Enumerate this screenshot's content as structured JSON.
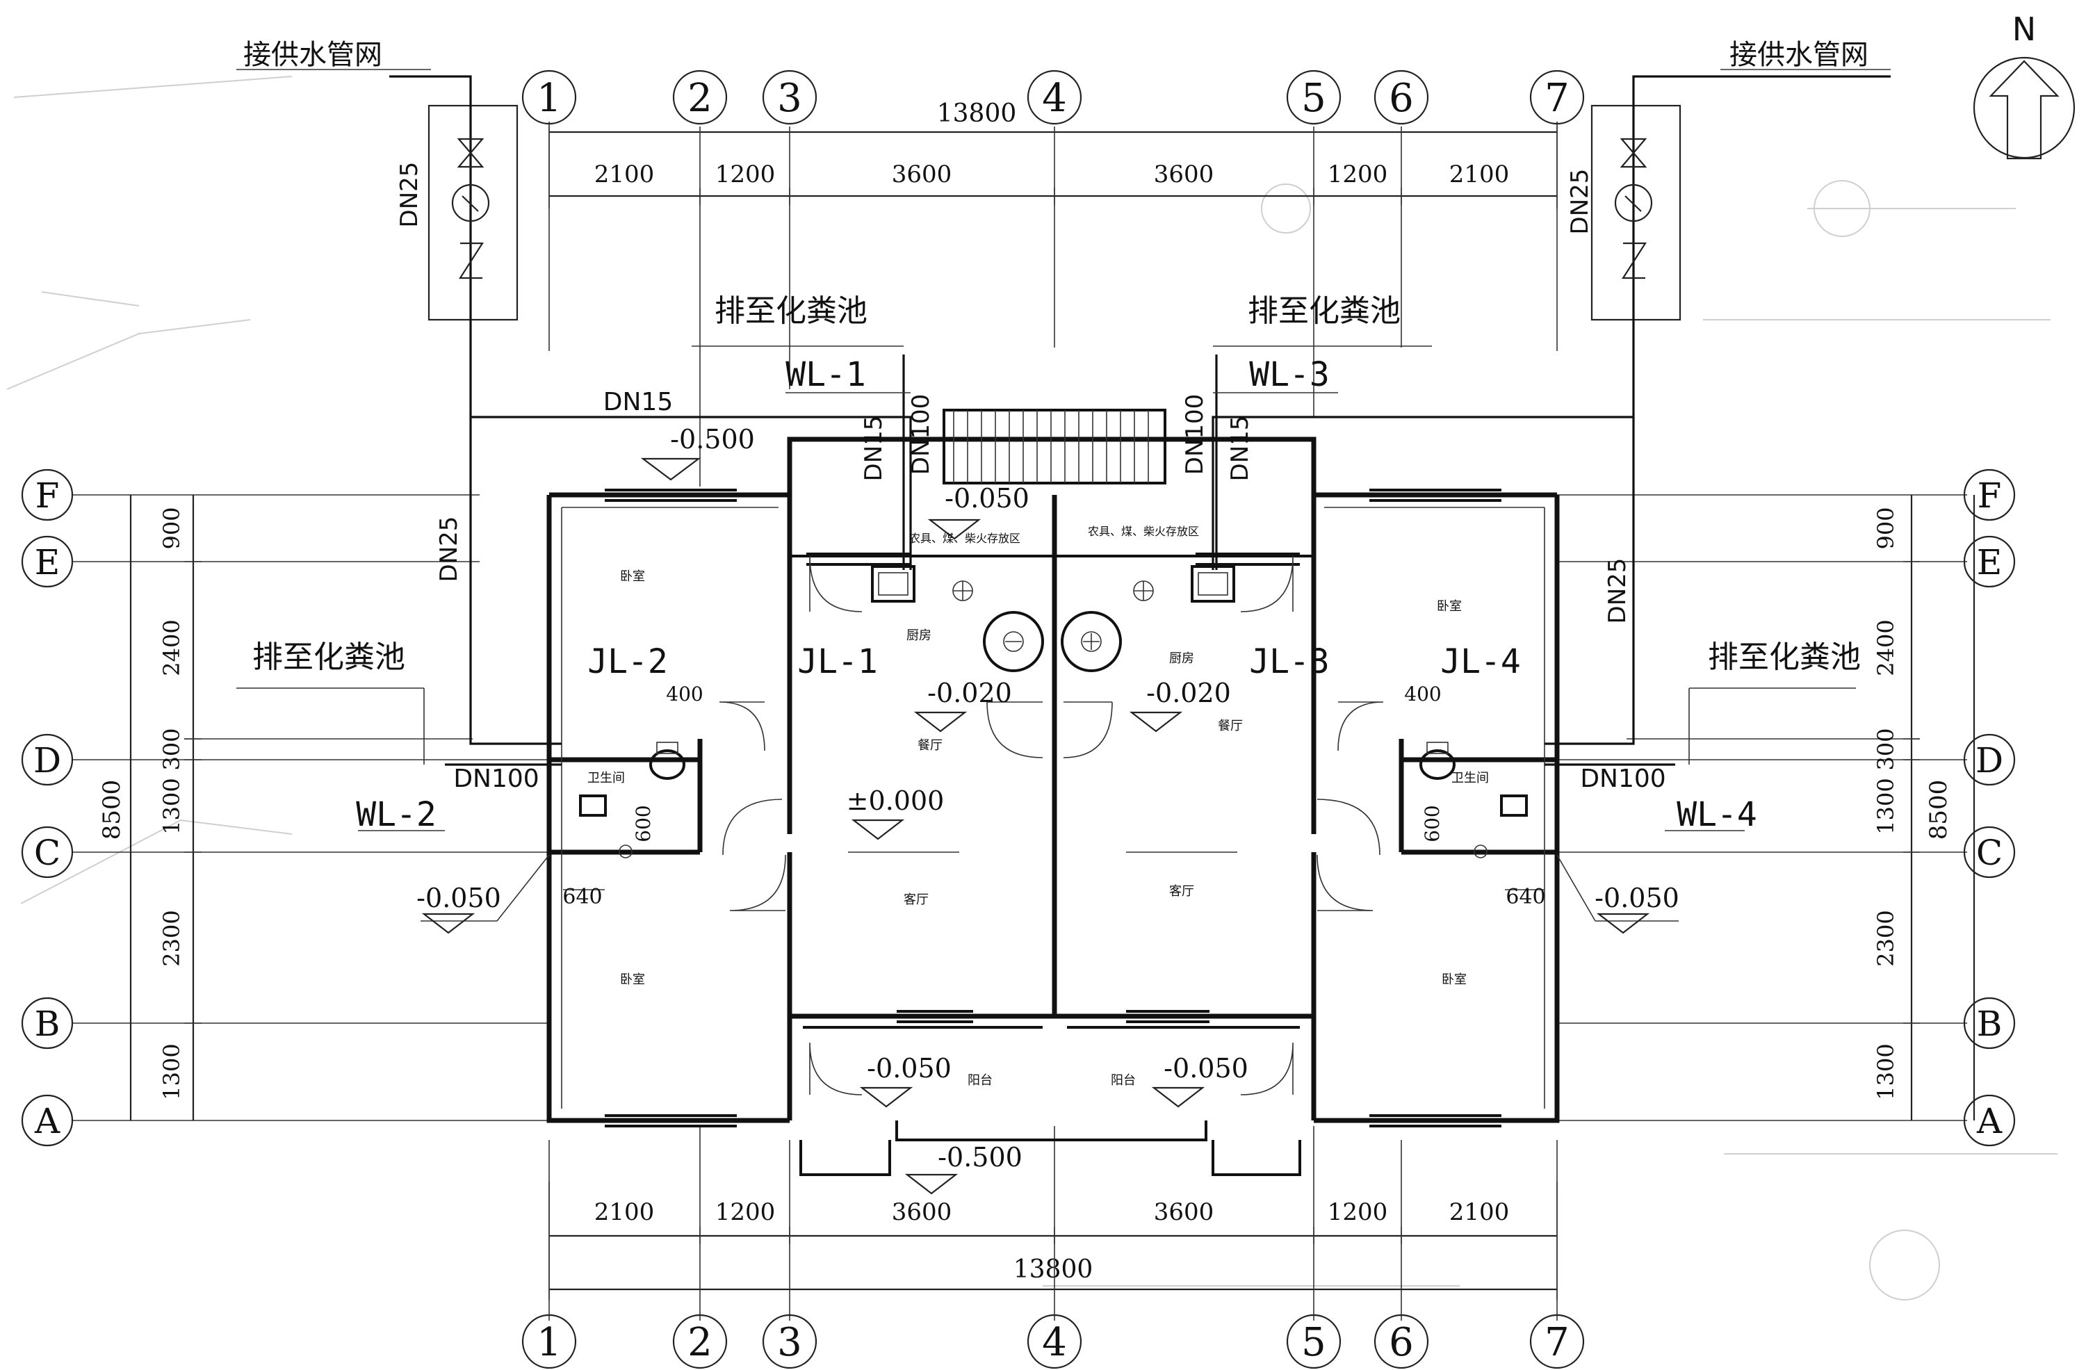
{
  "title_marks": {
    "north": "N"
  },
  "axes": {
    "columns": [
      "1",
      "2",
      "3",
      "4",
      "5",
      "6",
      "7"
    ],
    "rows": [
      "F",
      "E",
      "D",
      "C",
      "B",
      "A"
    ]
  },
  "dimensions": {
    "total_width": "13800",
    "top_segments": [
      "2100",
      "1200",
      "3600",
      "3600",
      "1200",
      "2100"
    ],
    "bottom_segments": [
      "2100",
      "1200",
      "3600",
      "3600",
      "1200",
      "2100"
    ],
    "left_total": "8500",
    "left_segments": [
      "900",
      "2400",
      "300",
      "1300",
      "2300",
      "1300"
    ],
    "right_total": "8500",
    "right_segments": [
      "900",
      "2400",
      "300",
      "1300",
      "2300",
      "1300"
    ]
  },
  "pipes": {
    "water_supply_left": "接供水管网",
    "water_supply_right": "接供水管网",
    "dn25_left_meter": "DN25",
    "dn25_right_meter": "DN25",
    "dn25_left_run": "DN25",
    "dn25_right_run": "DN25",
    "dn15": "DN15",
    "dn15_vert_left": "DN15",
    "dn100_vert_left": "DN100",
    "dn100_vert_right": "DN100",
    "dn15_vert_right": "DN15",
    "dn100_left": "DN100",
    "dn100_right": "DN100",
    "septic_top_left": "排至化粪池",
    "septic_top_right": "排至化粪池",
    "septic_mid_left": "排至化粪池",
    "septic_mid_right": "排至化粪池",
    "wl1": "WL-1",
    "wl2": "WL-2",
    "wl3": "WL-3",
    "wl4": "WL-4",
    "jl1": "JL-1",
    "jl2": "JL-2",
    "jl3": "JL-3",
    "jl4": "JL-4"
  },
  "elevations": {
    "entry_top": "-0.500",
    "storage": "-0.050",
    "dining_left": "-0.020",
    "dining_right": "-0.020",
    "living": "±0.000",
    "bath_left": "-0.050",
    "bath_right": "-0.050",
    "balcony_left": "-0.050",
    "balcony_right": "-0.050",
    "entry_bottom": "-0.500"
  },
  "small_dims": {
    "d400_left": "400",
    "d400_right": "400",
    "d600_left": "600",
    "d600_right": "600",
    "d640_left": "640",
    "d640_right": "640"
  },
  "rooms": {
    "bedroom_nw": "卧室",
    "bedroom_ne": "卧室",
    "bedroom_sw": "卧室",
    "bedroom_se": "卧室",
    "kitchen_left": "厨房",
    "kitchen_right": "厨房",
    "dining_left": "餐厅",
    "dining_right": "餐厅",
    "living_left": "客厅",
    "living_right": "客厅",
    "bath_left": "卫生间",
    "bath_right": "卫生间",
    "balcony_left": "阳台",
    "balcony_right": "阳台",
    "storage_left": "农具、煤、柴火存放区",
    "storage_right": "农具、煤、柴火存放区"
  }
}
